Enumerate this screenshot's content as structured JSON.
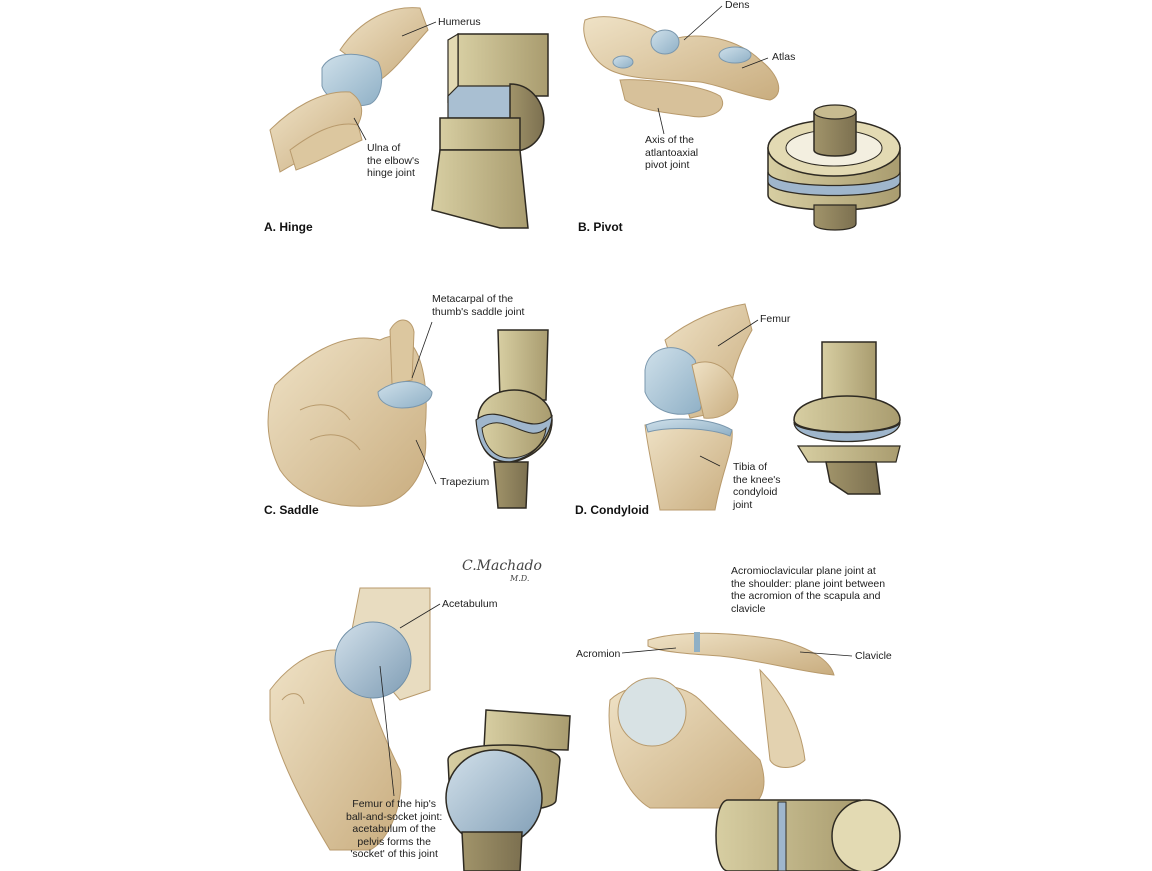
{
  "panels": {
    "hinge": {
      "caption": "A. Hinge",
      "labels": {
        "humerus": "Humerus",
        "ulna": "Ulna of\nthe elbow's\nhinge joint"
      }
    },
    "pivot": {
      "caption": "B. Pivot",
      "labels": {
        "dens": "Dens",
        "atlas": "Atlas",
        "axis": "Axis of the\natlantoaxial\npivot joint"
      }
    },
    "saddle": {
      "caption": "C. Saddle",
      "labels": {
        "metacarpal": "Metacarpal of the\nthumb's saddle joint",
        "trapezium": "Trapezium"
      }
    },
    "condyloid": {
      "caption": "D. Condyloid",
      "labels": {
        "femur": "Femur",
        "tibia": "Tibia of\nthe knee's\ncondyloid\njoint"
      }
    },
    "ball_socket": {
      "labels": {
        "acetabulum": "Acetabulum",
        "femur_hip": "Femur of the hip's\nball-and-socket joint:\nacetabulum of the\npelvis forms the\n'socket' of this joint"
      }
    },
    "plane": {
      "labels": {
        "description": "Acromioclavicular plane joint at\nthe shoulder: plane joint between\nthe acromion of the scapula and\nclavicle",
        "acromion": "Acromion",
        "clavicle": "Clavicle"
      }
    }
  },
  "signature": {
    "name": "C.Machado",
    "suffix": "M.D."
  },
  "colors": {
    "bone": "#e6d3b0",
    "bone_shadow": "#c9ad7f",
    "cartilage": "#a9c3d4",
    "model": "#c2b68a",
    "model_dark": "#8e8059",
    "model_light": "#ded5ac",
    "blue_band": "#9fb6cc",
    "outline": "#2e2a22"
  }
}
